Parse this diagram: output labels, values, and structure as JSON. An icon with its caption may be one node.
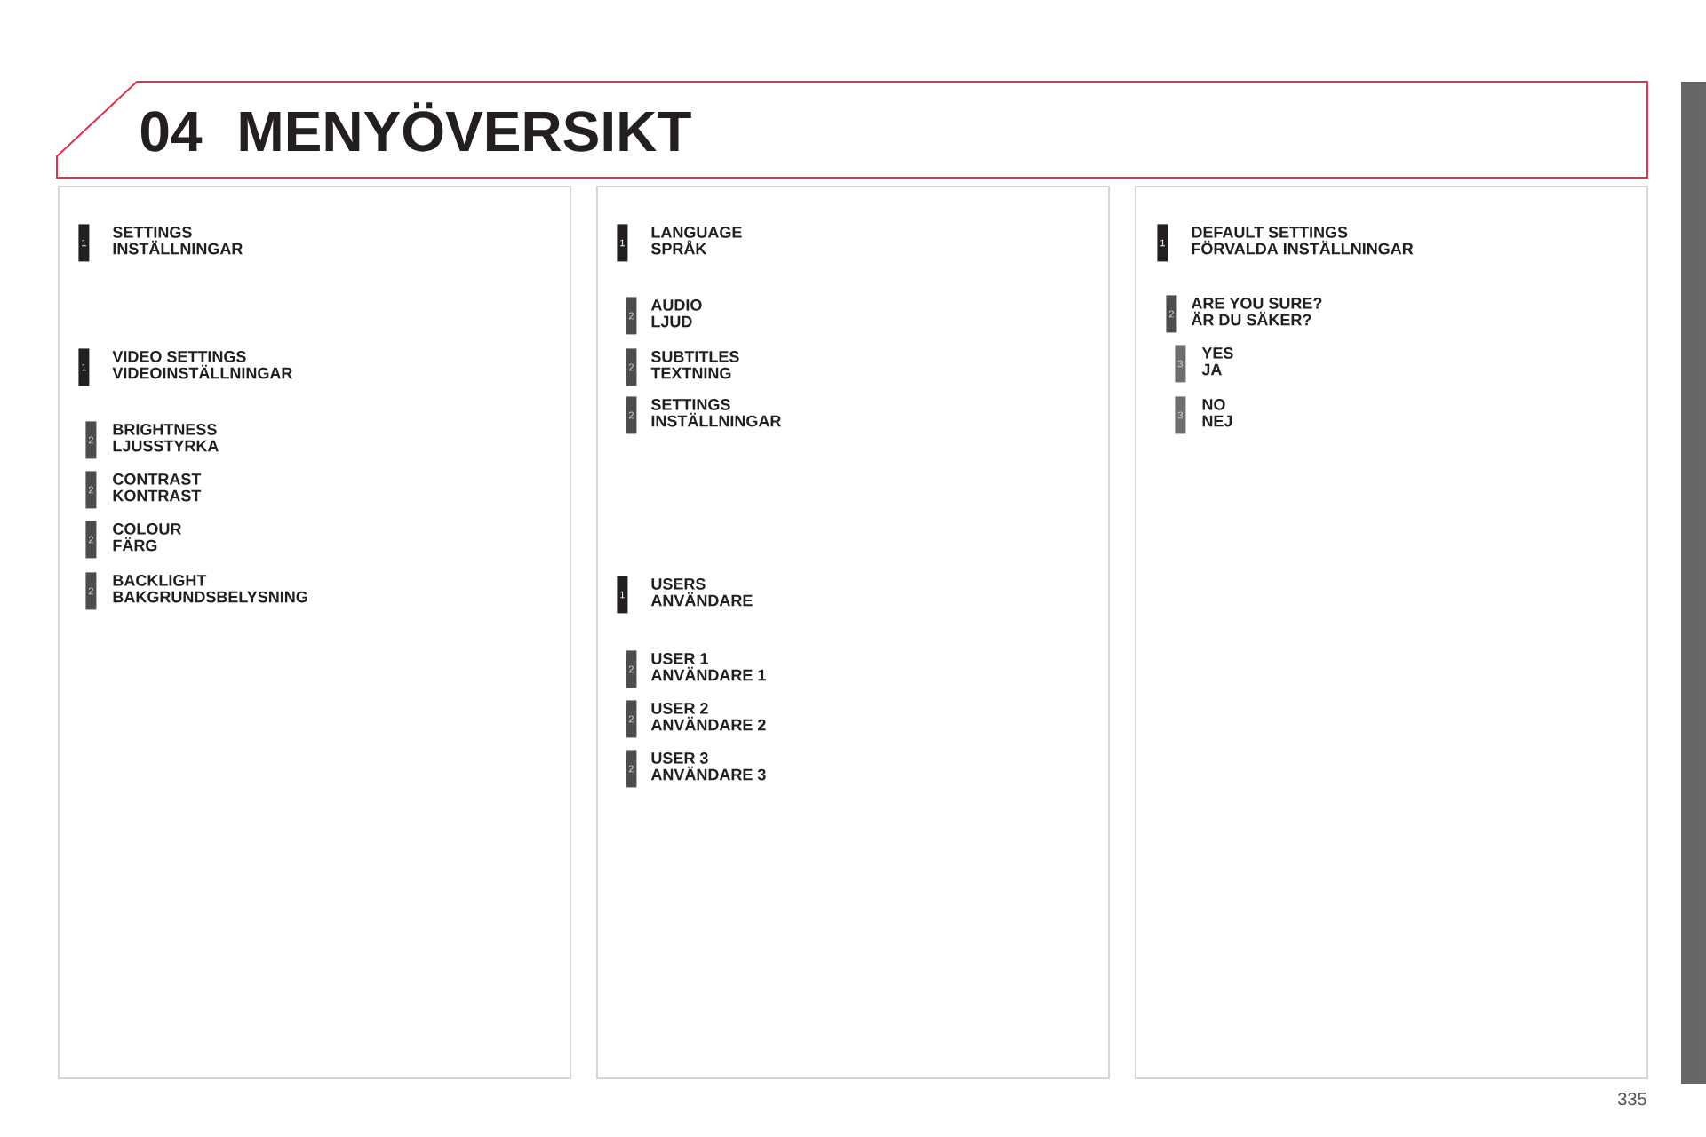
{
  "diagram": {
    "title": "MENYÖVERSIKT",
    "nodes": [
      {
        "text": [],
        "shape": "box"
      },
      {
        "text": [
          "1"
        ],
        "in": 0,
        "beside": [
          "SETTINGS",
          "INSTÄLLNINGAR"
        ]
      },
      {
        "text": [
          "1"
        ],
        "in": 0,
        "beside": [
          "VIDEO SETTINGS",
          "VIDEOINSTÄLLNINGAR"
        ]
      },
      {
        "text": [
          "2"
        ],
        "in": 0,
        "beside": [
          "BRIGHTNESS",
          "LJUSSTYRKA"
        ]
      },
      {
        "text": [
          "2"
        ],
        "in": 0,
        "beside": [
          "CONTRAST",
          "KONTRAST"
        ]
      },
      {
        "text": [
          "2"
        ],
        "in": 0,
        "beside": [
          "COLOUR",
          "FÄRG"
        ]
      },
      {
        "text": [
          "2"
        ],
        "in": 0,
        "beside": [
          "BACKLIGHT",
          "BAKGRUNDSBELYSNING"
        ]
      },
      {
        "text": [],
        "shape": "box"
      },
      {
        "text": [
          "1"
        ],
        "in": 7,
        "beside": [
          "LANGUAGE",
          "SPRÅK"
        ]
      },
      {
        "text": [
          "2"
        ],
        "in": 7,
        "beside": [
          "AUDIO",
          "LJUD"
        ]
      },
      {
        "text": [
          "2"
        ],
        "in": 7,
        "beside": [
          "SUBTITLES",
          "TEXTNING"
        ]
      },
      {
        "text": [
          "2"
        ],
        "in": 7,
        "beside": [
          "SETTINGS",
          "INSTÄLLNINGAR"
        ]
      },
      {
        "text": [
          "1"
        ],
        "in": 7,
        "beside": [
          "USERS",
          "ANVÄNDARE"
        ]
      },
      {
        "text": [
          "2"
        ],
        "in": 7,
        "beside": [
          "USER 1",
          "ANVÄNDARE 1"
        ]
      },
      {
        "text": [
          "2"
        ],
        "in": 7,
        "beside": [
          "USER 2",
          "ANVÄNDARE 2"
        ]
      },
      {
        "text": [
          "2"
        ],
        "in": 7,
        "beside": [
          "USER 3",
          "ANVÄNDARE 3"
        ]
      },
      {
        "text": [],
        "shape": "box"
      },
      {
        "text": [
          "1"
        ],
        "in": 16,
        "beside": [
          "DEFAULT SETTINGS",
          "FÖRVALDA INSTÄLLNINGAR"
        ]
      },
      {
        "text": [
          "2"
        ],
        "in": 16,
        "beside": [
          "ARE YOU SURE?",
          "ÄR DU SÄKER?"
        ]
      },
      {
        "text": [
          "3"
        ],
        "in": 16,
        "beside": [
          "YES",
          "JA"
        ]
      },
      {
        "text": [
          "3"
        ],
        "in": 16,
        "beside": [
          "NO",
          "NEJ"
        ]
      },
      {
        "text": [],
        "shape": "bar"
      }
    ],
    "labels": [
      "04",
      "335"
    ]
  }
}
